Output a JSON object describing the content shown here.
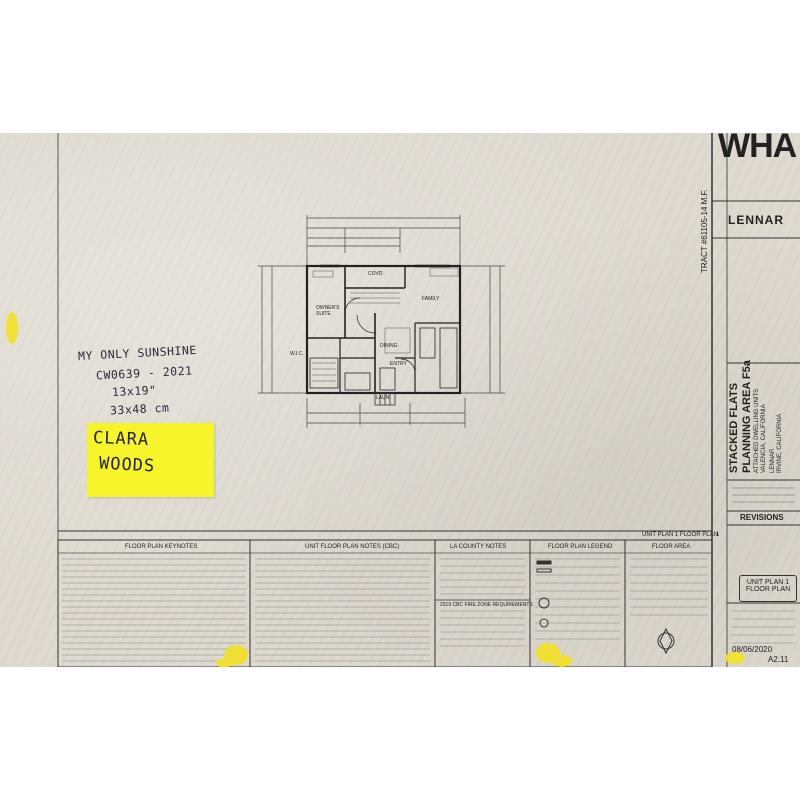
{
  "photo": {
    "handwriting": {
      "line1": "MY ONLY SUNSHINE",
      "line2": "CW0639 - 2021",
      "line3": "13x19\"",
      "line4": "33x48 cm"
    },
    "postit": {
      "line1": "CLARA",
      "line2": "WOODS"
    },
    "sheet": {
      "firm_logo": "WHA",
      "builder_logo": "LENNAR",
      "tract": "TRACT #61105-14  M.F.",
      "project_title_1": "STACKED FLATS",
      "project_title_2": "PLANNING AREA F5a",
      "project_sub_1": "ATTACHED DWELLING UNITS",
      "project_sub_2": "VALENCIA, CALIFORNIA",
      "client_1": "LENNAR",
      "client_2": "IRVINE, CALIFORNIA",
      "revisions": "REVISIONS",
      "sheet_label": "UNIT PLAN 1 FLOOR PLAN",
      "sheet_no_box": "1",
      "sheet_title_1": "UNIT PLAN 1",
      "sheet_title_2": "FLOOR PLAN",
      "date": "08/06/2020",
      "sheet_number": "A2.11",
      "notes": {
        "keynotes": "FLOOR PLAN KEYNOTES",
        "unit_notes": "UNIT FLOOR PLAN NOTES (CBC)",
        "county_notes": "LA COUNTY NOTES",
        "legend": "FLOOR PLAN LEGEND",
        "area": "FLOOR AREA",
        "fire": "2019 CBC FIRE ZONE REQUIREMENTS"
      },
      "rooms": {
        "owners_suite": "OWNER'S SUITE",
        "family": "FAMILY",
        "dining": "DINING",
        "entry": "ENTRY",
        "wic": "W.I.C.",
        "covered": "COVD",
        "linen": "LAUN"
      }
    }
  }
}
